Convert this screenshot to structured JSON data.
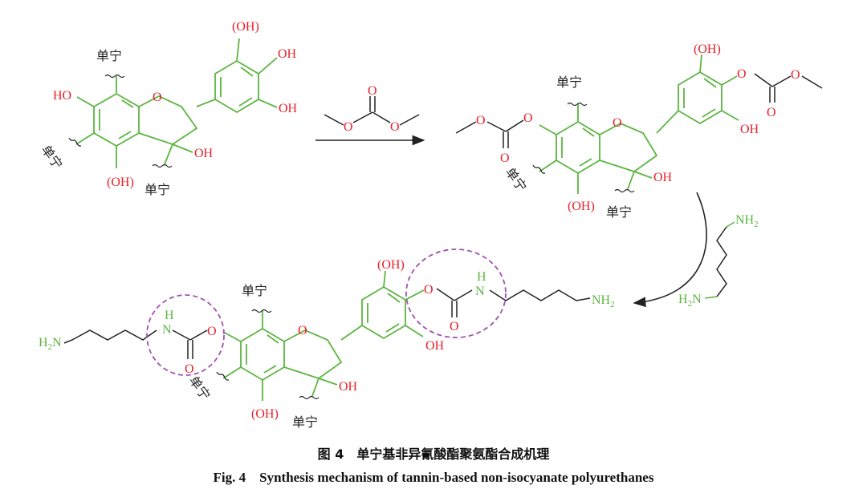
{
  "labels": {
    "oh": "OH",
    "oh_paren": "(OH)",
    "ho": "HO",
    "o": "O",
    "tannin": "单宁",
    "nh2": "NH",
    "h2n": "H",
    "sub2": "2",
    "n": "N",
    "h": "H"
  },
  "caption": {
    "cn": "图 4　单宁基非异氰酸酯聚氨酯合成机理",
    "en": "Fig. 4　Synthesis mechanism of tannin-based non-isocyanate polyurethanes"
  },
  "colors": {
    "bond_green": "#5cb541",
    "hetero_red": "#e8202a",
    "bond_black": "#222222",
    "circle_purple": "#a24fb0"
  }
}
